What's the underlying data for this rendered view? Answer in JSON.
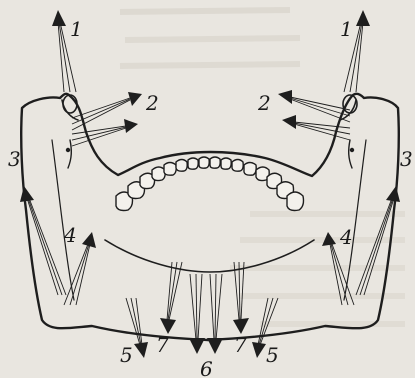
{
  "figure": {
    "labels": [
      {
        "id": "muscle-1-left",
        "text": "1"
      },
      {
        "id": "muscle-1-right",
        "text": "1"
      },
      {
        "id": "muscle-2-left",
        "text": "2"
      },
      {
        "id": "muscle-2-right",
        "text": "2"
      },
      {
        "id": "muscle-3-left",
        "text": "3"
      },
      {
        "id": "muscle-3-right",
        "text": "3"
      },
      {
        "id": "muscle-4-left",
        "text": "4"
      },
      {
        "id": "muscle-4-right",
        "text": "4"
      },
      {
        "id": "muscle-5-left",
        "text": "5"
      },
      {
        "id": "muscle-5-right",
        "text": "5"
      },
      {
        "id": "muscle-6",
        "text": "6"
      },
      {
        "id": "muscle-7-left",
        "text": "7"
      },
      {
        "id": "muscle-7-right",
        "text": "7"
      }
    ],
    "colors": {
      "ink": "#1e1e1e",
      "paper": "#e9e6e0"
    }
  }
}
